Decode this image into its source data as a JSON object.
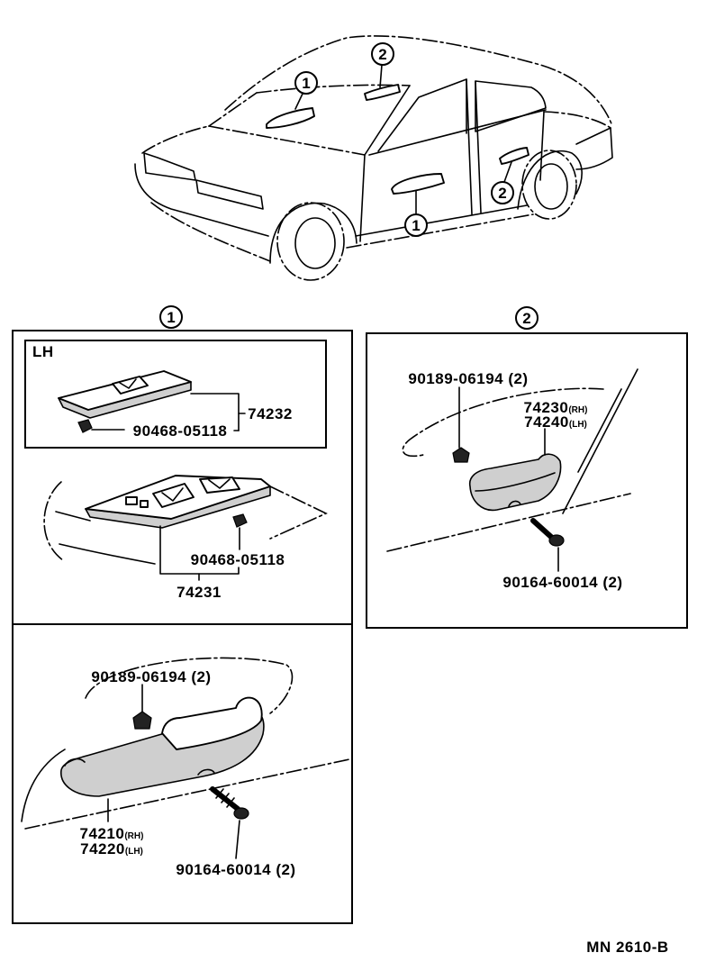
{
  "callouts": {
    "car": [
      "1",
      "2",
      "1",
      "2"
    ],
    "sections": [
      "1",
      "2"
    ]
  },
  "section_1": {
    "lh_box": {
      "label": "LH",
      "switch_number": "74232",
      "clip_number": "90468-05118"
    },
    "master_switch": {
      "clip_number": "90468-05118",
      "switch_number": "74231"
    },
    "armrest": {
      "clip_number": "90189-06194 (2)",
      "rh_number": "74210",
      "rh_suffix": "(RH)",
      "lh_number": "74220",
      "lh_suffix": "(LH)",
      "screw_number": "90164-60014 (2)"
    }
  },
  "section_2": {
    "grip": {
      "clip_number": "90189-06194 (2)",
      "rh_number": "74230",
      "rh_suffix": "(RH)",
      "lh_number": "74240",
      "lh_suffix": "(LH)",
      "screw_number": "90164-60014 (2)"
    }
  },
  "footer": {
    "code": "MN 2610-B"
  },
  "colors": {
    "ink": "#000000",
    "paper": "#ffffff"
  }
}
